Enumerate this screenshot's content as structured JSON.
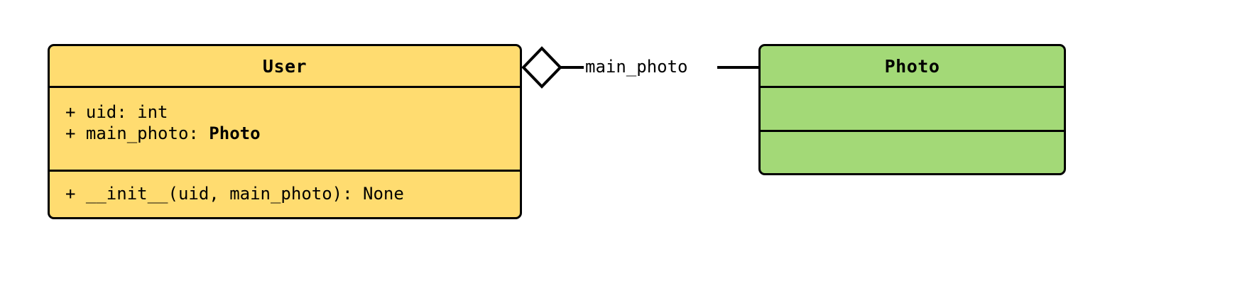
{
  "diagram": {
    "type": "uml-class-diagram",
    "background": "#ffffff",
    "classes": [
      {
        "id": "user",
        "name": "User",
        "fill": "#FFDC70",
        "stroke": "#000000",
        "attributes": [
          {
            "visibility": "+",
            "text": "+ uid: int",
            "name": "uid",
            "type": "int",
            "type_bold": false
          },
          {
            "visibility": "+",
            "text_prefix": "+ main_photo: ",
            "name": "main_photo",
            "type": "Photo",
            "type_bold": true
          }
        ],
        "methods": [
          {
            "visibility": "+",
            "text": "+ __init__(uid, main_photo): None",
            "name": "__init__",
            "params": "uid, main_photo",
            "returns": "None"
          }
        ]
      },
      {
        "id": "photo",
        "name": "Photo",
        "fill": "#A3D977",
        "stroke": "#000000",
        "attributes": [],
        "methods": []
      }
    ],
    "relationships": [
      {
        "kind": "aggregation",
        "source": "User",
        "target": "Photo",
        "label": "main_photo",
        "diamond_fill": "#ffffff",
        "diamond_stroke": "#000000"
      }
    ]
  }
}
